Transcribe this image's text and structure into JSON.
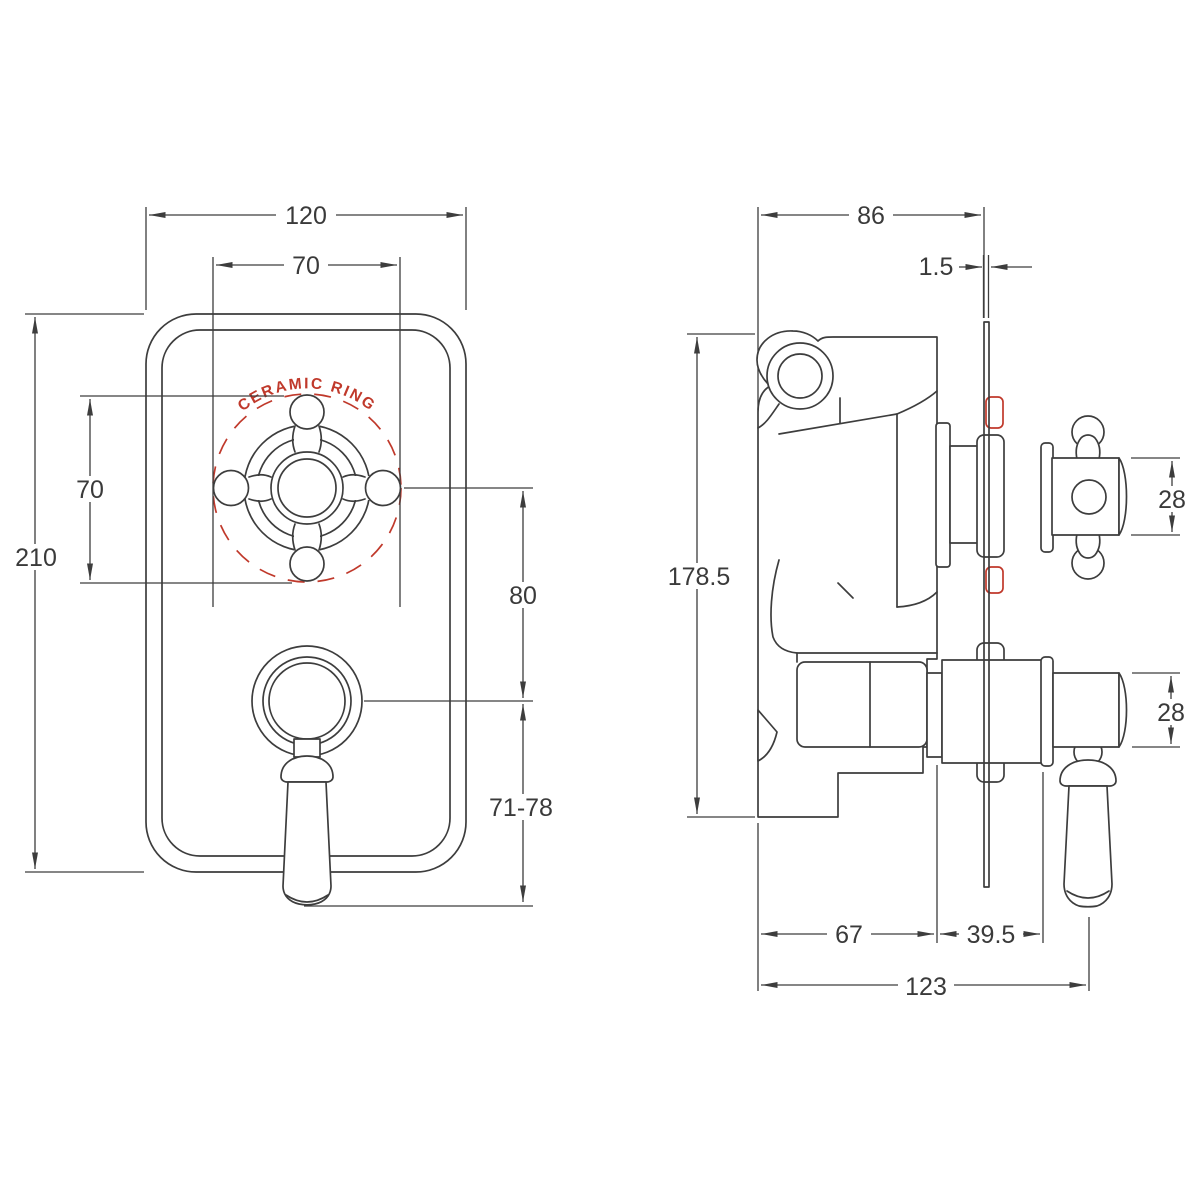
{
  "meta": {
    "background": "#ffffff",
    "line_color": "#3d3d3d",
    "accent_color": "#c0392b"
  },
  "front_view": {
    "plate_width": "120",
    "handle_span_width": "70",
    "plate_height": "210",
    "handle_span_height": "70",
    "handle_center_distance": "80",
    "lever_projection": "71-78",
    "ceramic_ring_note": "CERAMIC RING"
  },
  "side_view": {
    "recessed_depth": "86",
    "plate_thickness": "1.5",
    "valve_body_height": "178.5",
    "crosshead_handle_depth": "28",
    "lever_handle_depth": "28",
    "body_recess_depth": "67",
    "handle_projection": "39.5",
    "overall_projection": "123"
  }
}
